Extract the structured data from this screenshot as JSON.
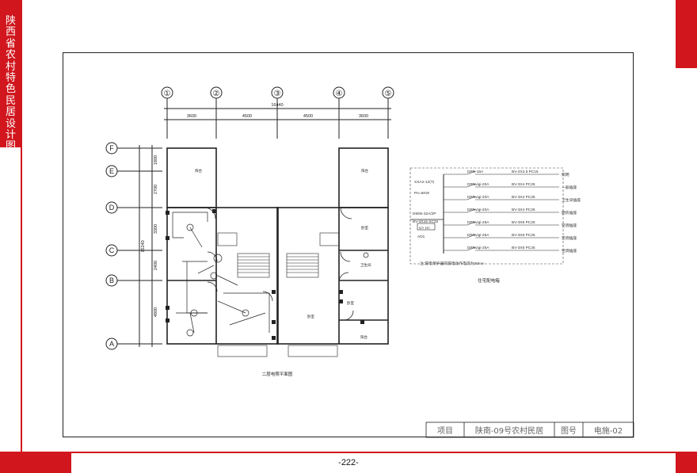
{
  "sidebar": {
    "title": "陕西省农村特色民居设计图集"
  },
  "page": {
    "number": "-222-"
  },
  "colors": {
    "accent": "#d1161d",
    "line": "#222222"
  },
  "plan": {
    "axes_x": [
      "①",
      "②",
      "③",
      "④",
      "⑤"
    ],
    "axes_y": [
      "F",
      "E",
      "D",
      "C",
      "B",
      "A"
    ],
    "dim_total": "16440",
    "dims_x": [
      "3600",
      "4500",
      "4500",
      "3600"
    ],
    "dims_y": [
      "1800",
      "2700",
      "3300",
      "2400",
      "4800"
    ],
    "dim_y_total": "15240",
    "rooms": {
      "balcony": "阳台",
      "bedroom": "卧室",
      "bathroom": "卫生间"
    },
    "caption": "二层电照平面图"
  },
  "panel": {
    "caption": "住宅配电箱",
    "box_model": "XXA2-12(T)",
    "power": "Pe=6KW",
    "incoming_breaker": "D65N-32A/2P",
    "incoming_cable": "BV-3X16 SC32",
    "meter": "U> U<",
    "box_id": "AD1",
    "note": "注:漏电保护器的漏电动作电流为30mA",
    "circuits": [
      {
        "breaker": "DPN-16A",
        "cable": "BV-2X2.5 PC16",
        "load": "照明"
      },
      {
        "breaker": "DPNvigi-20A",
        "cable": "BV-3X4 PC25",
        "load": "一般插座"
      },
      {
        "breaker": "DPNvigi-20A",
        "cable": "BV-3X4 PC25",
        "load": "卫生间插座"
      },
      {
        "breaker": "DPNvigi-20A",
        "cable": "BV-3X4 PC25",
        "load": "厨房插座"
      },
      {
        "breaker": "DPNvigi-25A",
        "cable": "BV-3X6 PC25",
        "load": "空调插座"
      },
      {
        "breaker": "DPNvigi-25A",
        "cable": "BV-3X6 PC25",
        "load": "空调插座"
      },
      {
        "breaker": "DPNvigi-25A",
        "cable": "BV-3X6 PC25",
        "load": "空调插座"
      }
    ]
  },
  "title_block": {
    "project_label": "项目",
    "project_name": "陕南-09号农村民居",
    "drawing_no_label": "图号",
    "drawing_no": "电施-02"
  }
}
